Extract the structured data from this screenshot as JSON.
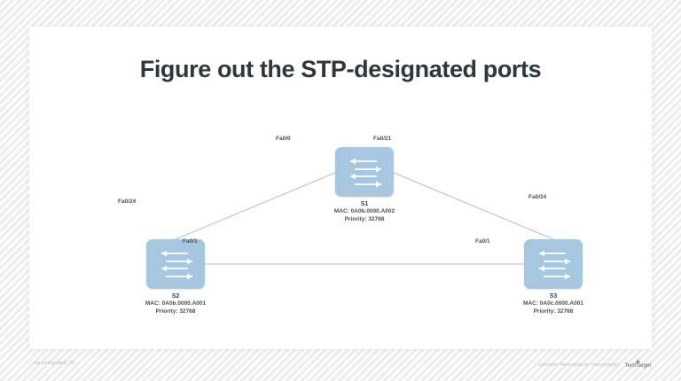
{
  "page": {
    "background_color": "#f2f2f2",
    "card_color": "#ffffff"
  },
  "title": "Figure out the STP-designated ports",
  "diagram": {
    "type": "network-topology",
    "node_color": "#a7c7e0",
    "link_color": "#b9bfc4",
    "nodes": [
      {
        "id": "s1",
        "name": "S1",
        "mac": "MAC: 0A0b.0000.A002",
        "priority": "Priority: 32768"
      },
      {
        "id": "s2",
        "name": "S2",
        "mac": "MAC: 0A0b.0000.A001",
        "priority": "Priority: 32768"
      },
      {
        "id": "s3",
        "name": "S3",
        "mac": "MAC: 0A0c.0000.A001",
        "priority": "Priority: 32768"
      }
    ],
    "links": [
      {
        "id": "s1-s2",
        "from": "s1",
        "to": "s2",
        "from_port": "Fa0/0",
        "to_port": "Fa0/24"
      },
      {
        "id": "s1-s3",
        "from": "s1",
        "to": "s3",
        "from_port": "Fa0/21",
        "to_port": "Fa0/24"
      },
      {
        "id": "s2-s3",
        "from": "s2",
        "to": "s3",
        "from_port": "Fa0/1",
        "to_port": "Fa0/1"
      }
    ]
  },
  "footer": {
    "left_text": "stp-designated_01",
    "right_text": "CONTENT PROVIDED BY TECHTARGET",
    "brand": "TechTarget"
  }
}
